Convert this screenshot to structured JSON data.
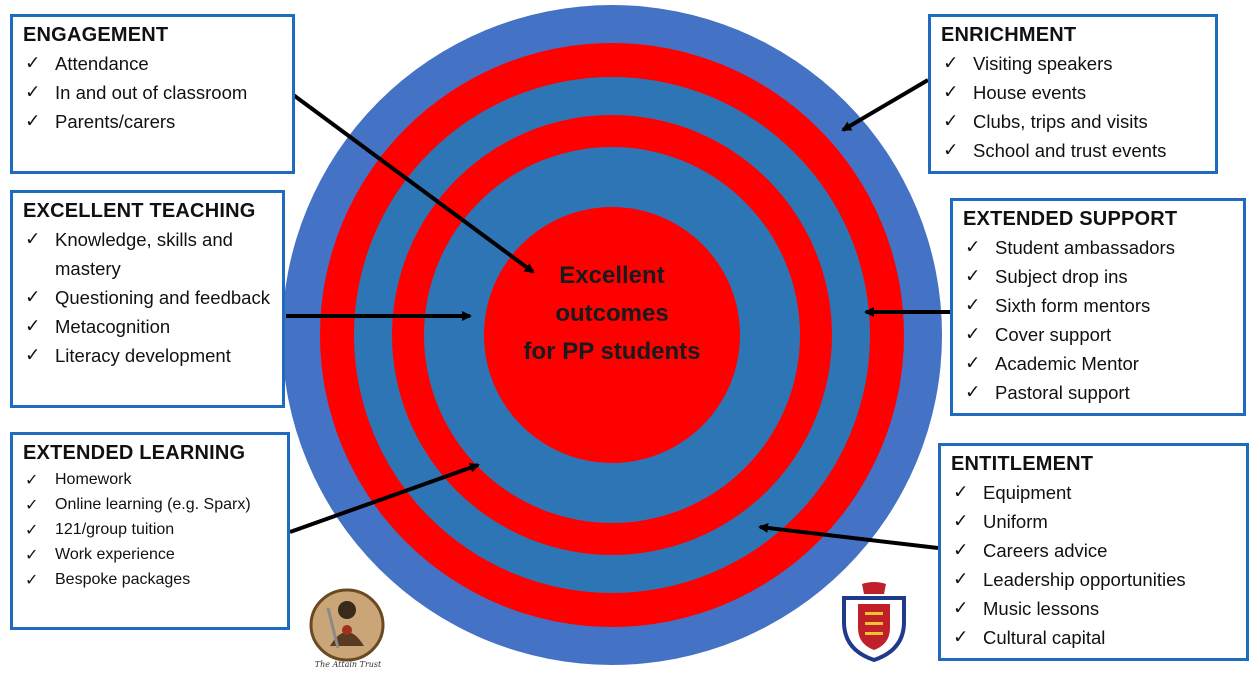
{
  "colors": {
    "outer_blue": "#4472c4",
    "inner_blue": "#2e75b6",
    "red": "#ff0000",
    "box_border": "#1f6bbf"
  },
  "center": {
    "line1": "Excellent",
    "line2": "outcomes",
    "line3": "for PP students"
  },
  "engagement": {
    "title": "ENGAGEMENT",
    "items": [
      "Attendance",
      "In and out of classroom",
      "Parents/carers"
    ]
  },
  "teaching": {
    "title": "EXCELLENT TEACHING",
    "items": [
      "Knowledge, skills and mastery",
      "Questioning and feedback",
      "Metacognition",
      "Literacy development"
    ]
  },
  "learning": {
    "title": "EXTENDED LEARNING",
    "items": [
      "Homework",
      "Online learning (e.g. Sparx)",
      "121/group tuition",
      "Work experience",
      "Bespoke packages"
    ]
  },
  "enrichment": {
    "title": "ENRICHMENT",
    "items": [
      "Visiting speakers",
      "House events",
      "Clubs, trips and visits",
      "School and trust events"
    ]
  },
  "support": {
    "title": "EXTENDED SUPPORT",
    "items": [
      "Student ambassadors",
      "Subject drop ins",
      "Sixth form mentors",
      "Cover support",
      "Academic Mentor",
      "Pastoral support"
    ]
  },
  "entitlement": {
    "title": "ENTITLEMENT",
    "items": [
      "Equipment",
      "Uniform",
      "Careers advice",
      "Leadership opportunities",
      "Music lessons",
      "Cultural capital"
    ]
  },
  "logos": {
    "left_caption": "The Attain Trust",
    "crest_icon": "school-crest-icon",
    "knight_icon": "knight-portrait-icon"
  }
}
